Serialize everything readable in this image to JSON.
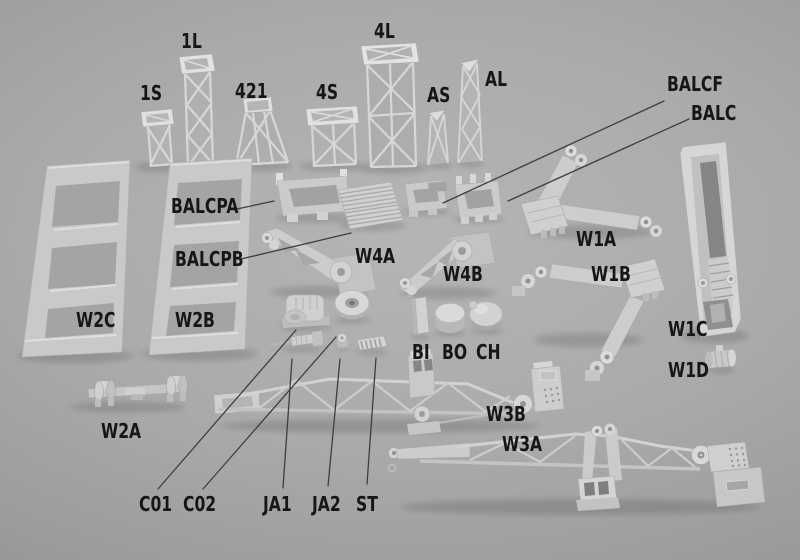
{
  "labels": {
    "tower_1s": "1S",
    "tower_1l": "1L",
    "tower_421": "421",
    "tower_4s": "4S",
    "tower_4l": "4L",
    "post_as": "AS",
    "post_al": "AL",
    "balcf": "BALCF",
    "balc": "BALC",
    "balcpa": "BALCPA",
    "balcpb": "BALCPB",
    "w4a": "W4A",
    "w4b": "W4B",
    "w1a": "W1A",
    "w1b": "W1B",
    "w1c": "W1C",
    "w1d": "W1D",
    "w2c": "W2C",
    "w2b": "W2B",
    "w2a": "W2A",
    "bi": "BI",
    "bo": "BO",
    "ch": "CH",
    "w3b": "W3B",
    "w3a": "W3A",
    "c01": "C01",
    "c02": "C02",
    "ja1": "JA1",
    "ja2": "JA2",
    "st": "ST"
  },
  "colors": {
    "background": "#aaaaaa",
    "background_edge": "#858585",
    "part_light": "#d8d8d8",
    "part_mid": "#c6c6c6",
    "part_dark": "#9a9a9a",
    "label_text": "#161616",
    "leader_line": "#3e3e3e"
  }
}
